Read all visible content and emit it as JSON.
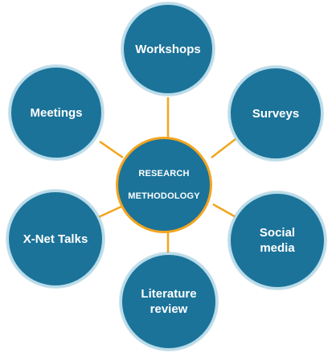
{
  "diagram": {
    "center_label": "RESEARCH\n\nMETHODOLOGY",
    "nodes": [
      {
        "id": "workshops",
        "label": "Workshops"
      },
      {
        "id": "surveys",
        "label": "Surveys"
      },
      {
        "id": "social-media",
        "label": "Social\nmedia"
      },
      {
        "id": "literature-review",
        "label": "Literature\nreview"
      },
      {
        "id": "x-net-talks",
        "label": "X-Net Talks"
      },
      {
        "id": "meetings",
        "label": "Meetings"
      }
    ],
    "colors": {
      "node_fill": "#1b7399",
      "node_border": "#b9dcea",
      "center_border": "#f2a51f",
      "connector": "#f2a51f",
      "text": "#ffffff"
    }
  }
}
